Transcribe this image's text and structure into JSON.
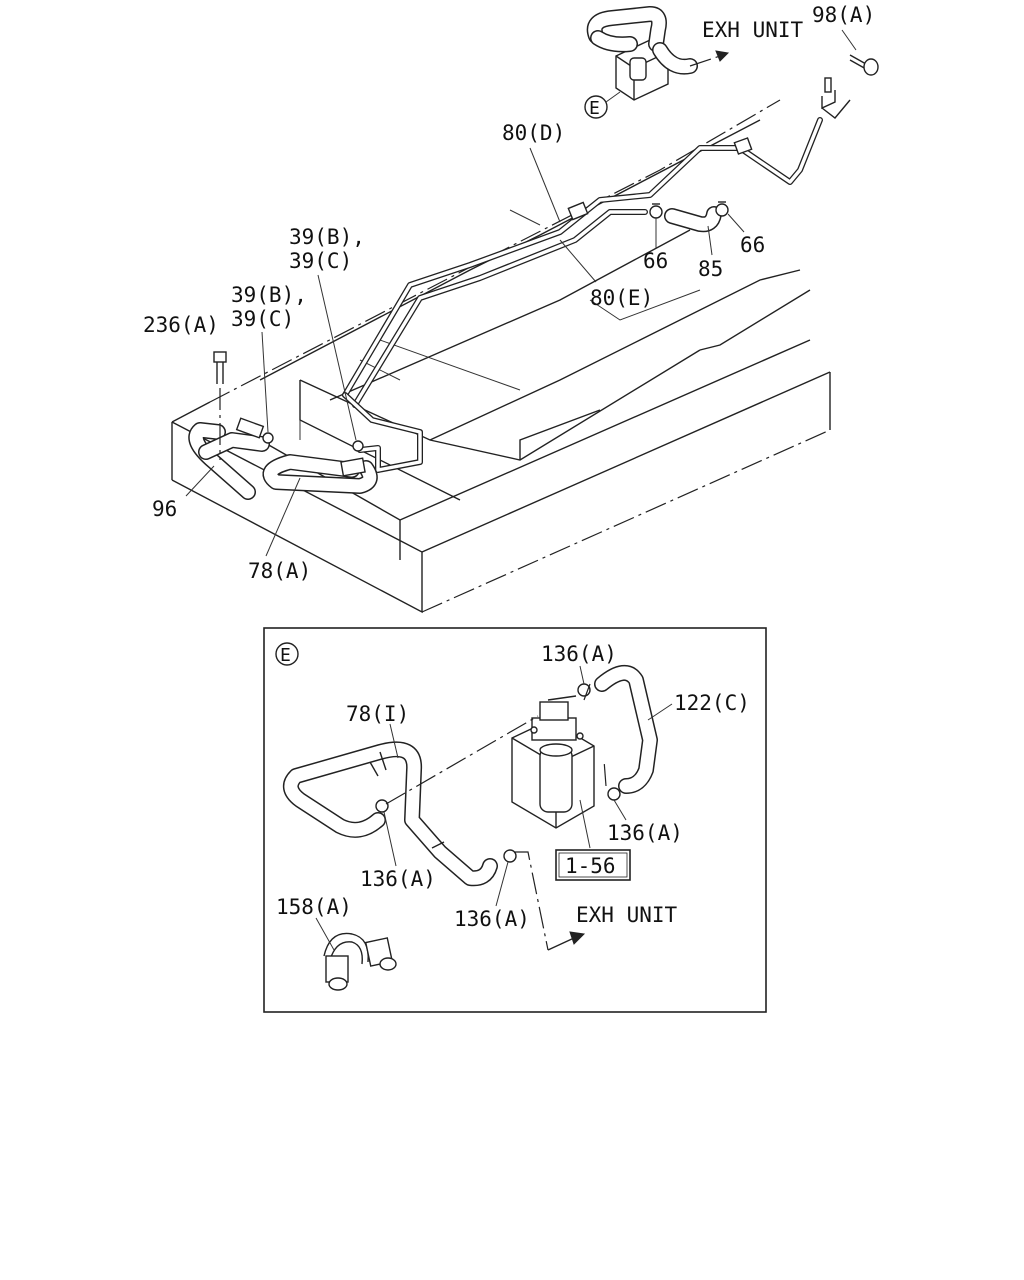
{
  "labels": {
    "exh_unit_top": "EXH UNIT",
    "exh_unit_detail": "EXH UNIT",
    "l_98a": "98(A)",
    "l_80d": "80(D)",
    "l_80e": "80(E)",
    "l_66a": "66",
    "l_66b": "66",
    "l_85": "85",
    "l_39bc_1a": "39(B),",
    "l_39bc_1b": "39(C)",
    "l_39bc_2a": "39(B),",
    "l_39bc_2b": "39(C)",
    "l_236a": "236(A)",
    "l_96": "96",
    "l_78a": "78(A)",
    "l_78i": "78(I)",
    "l_136a_1": "136(A)",
    "l_136a_2": "136(A)",
    "l_136a_3": "136(A)",
    "l_136a_4": "136(A)",
    "l_122c": "122(C)",
    "l_158a": "158(A)",
    "ref_box": "1-56",
    "detail_marker_top": "E",
    "detail_marker_box": "E"
  },
  "colors": {
    "line": "#222222",
    "background": "#ffffff"
  }
}
